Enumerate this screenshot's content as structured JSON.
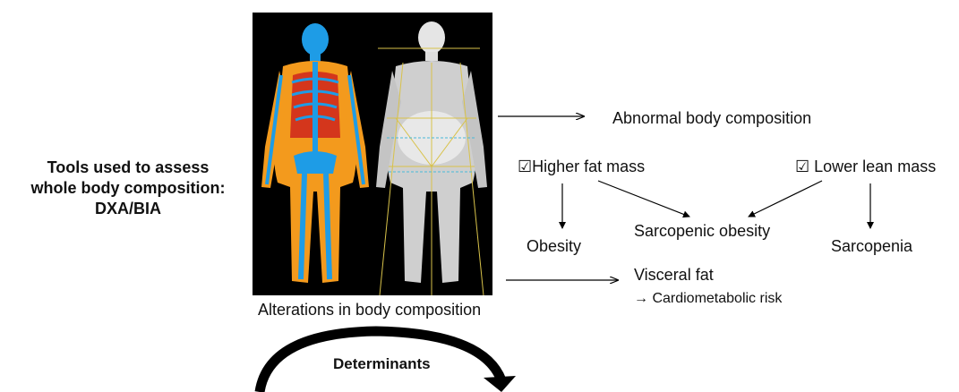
{
  "tools": {
    "line1": "Tools used to assess",
    "line2": "whole body composition:",
    "line3": "DXA/BIA"
  },
  "image_caption": "Alterations in body composition",
  "outcomes": {
    "abnormal": "Abnormal body composition",
    "higher_fat": "☑Higher fat mass",
    "lower_lean": "☑ Lower lean mass",
    "obesity": "Obesity",
    "sarcopenic_obesity": "Sarcopenic obesity",
    "sarcopenia": "Sarcopenia",
    "visceral_fat": "Visceral fat",
    "cardiometabolic": "→ Cardiometabolic risk"
  },
  "determinants": "Determinants",
  "colors": {
    "scan_bg": "#000000",
    "bone": "#1e9ce6",
    "fat_orange": "#f39a1d",
    "lean_red": "#d4361c",
    "gray_body": "#cfcfcf",
    "guide_lines": "#d8c24a",
    "arrow": "#000000"
  }
}
